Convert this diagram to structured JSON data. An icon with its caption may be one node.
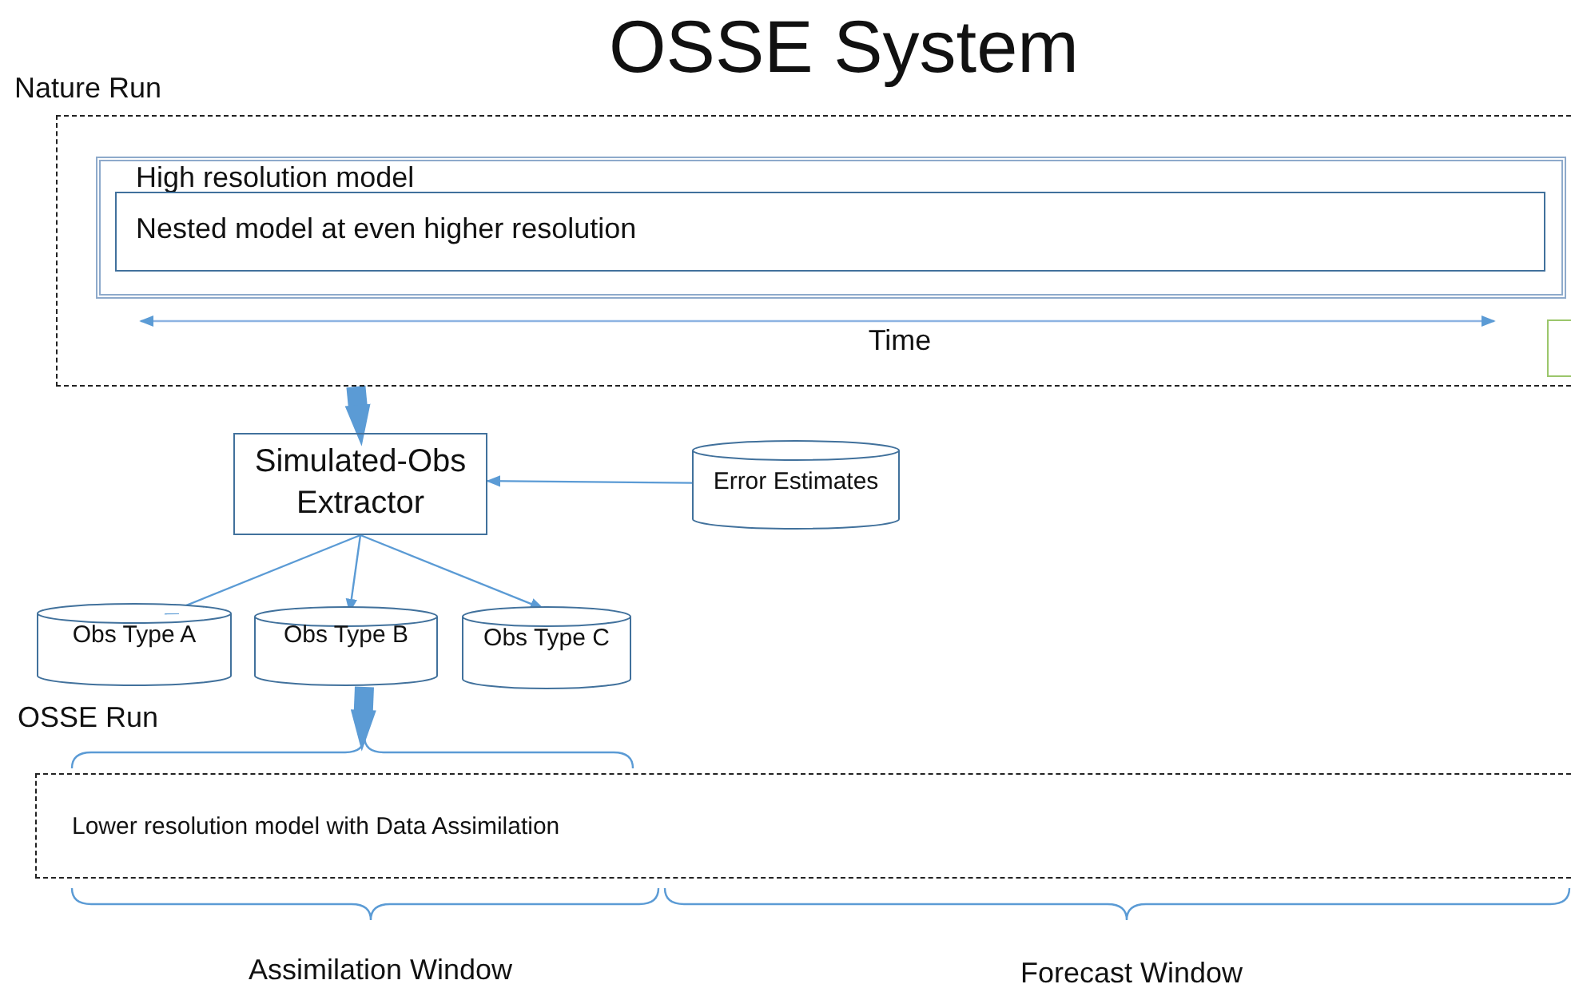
{
  "diagram": {
    "title": "OSSE System",
    "nodes": [
      {
        "text": [
          "Nature Run"
        ]
      },
      {
        "text": [
          "High resolution model"
        ],
        "in": 0
      },
      {
        "text": [
          "Nested model at even higher resolution"
        ],
        "in": 1
      },
      {
        "text": [
          "Simulated-Obs Extractor"
        ]
      },
      {
        "text": [
          "Error Estimates"
        ]
      },
      {
        "text": [
          "Obs Type A"
        ]
      },
      {
        "text": [
          "Obs Type B"
        ]
      },
      {
        "text": [
          "Obs Type C"
        ]
      },
      {
        "text": [
          "OSSE Run",
          "Lower resolution model with Data Assimilation"
        ]
      },
      {
        "text": [],
        "shape": "box",
        "in": 0
      }
    ],
    "edges": [
      {
        "from": 0,
        "to": 3,
        "arrow": "to",
        "style": "thick"
      },
      {
        "from": 4,
        "to": 3,
        "arrow": "to"
      },
      {
        "from": 3,
        "to": 5,
        "arrow": "to"
      },
      {
        "from": 3,
        "to": 6,
        "arrow": "to"
      },
      {
        "from": 3,
        "to": 7,
        "arrow": "to"
      },
      {
        "from": 6,
        "to": 8,
        "arrow": "to",
        "style": "thick"
      }
    ],
    "labels": [
      "Time",
      "Assimilation Window",
      "Forecast Window"
    ]
  }
}
